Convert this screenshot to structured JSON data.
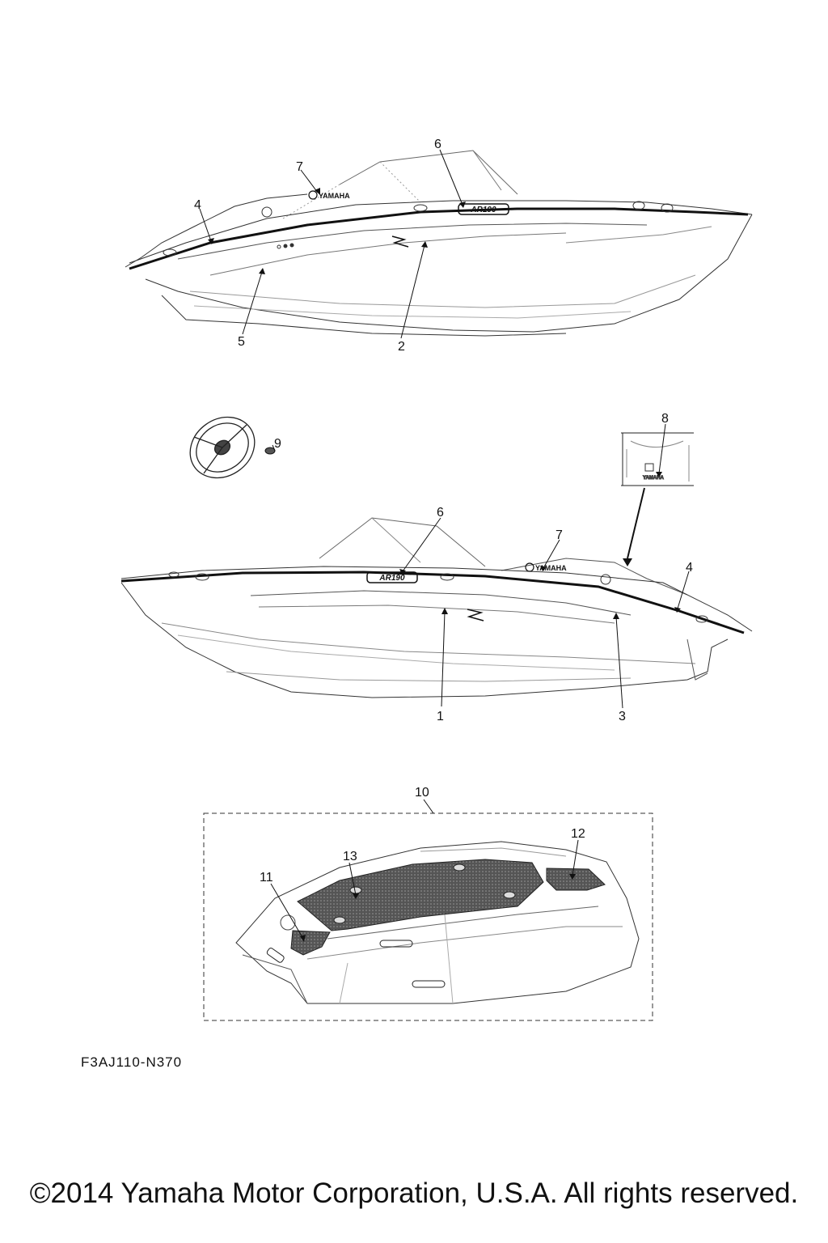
{
  "diagram": {
    "callouts": [
      "1",
      "2",
      "3",
      "4",
      "4",
      "5",
      "6",
      "6",
      "7",
      "7",
      "8",
      "9",
      "10",
      "11",
      "12",
      "13"
    ],
    "brand_text": "YAMAHA",
    "model_text": "AR190",
    "figure_code": "F3AJ110-N370",
    "copyright": "©2014 Yamaha Motor Corporation, U.S.A. All rights reserved."
  }
}
